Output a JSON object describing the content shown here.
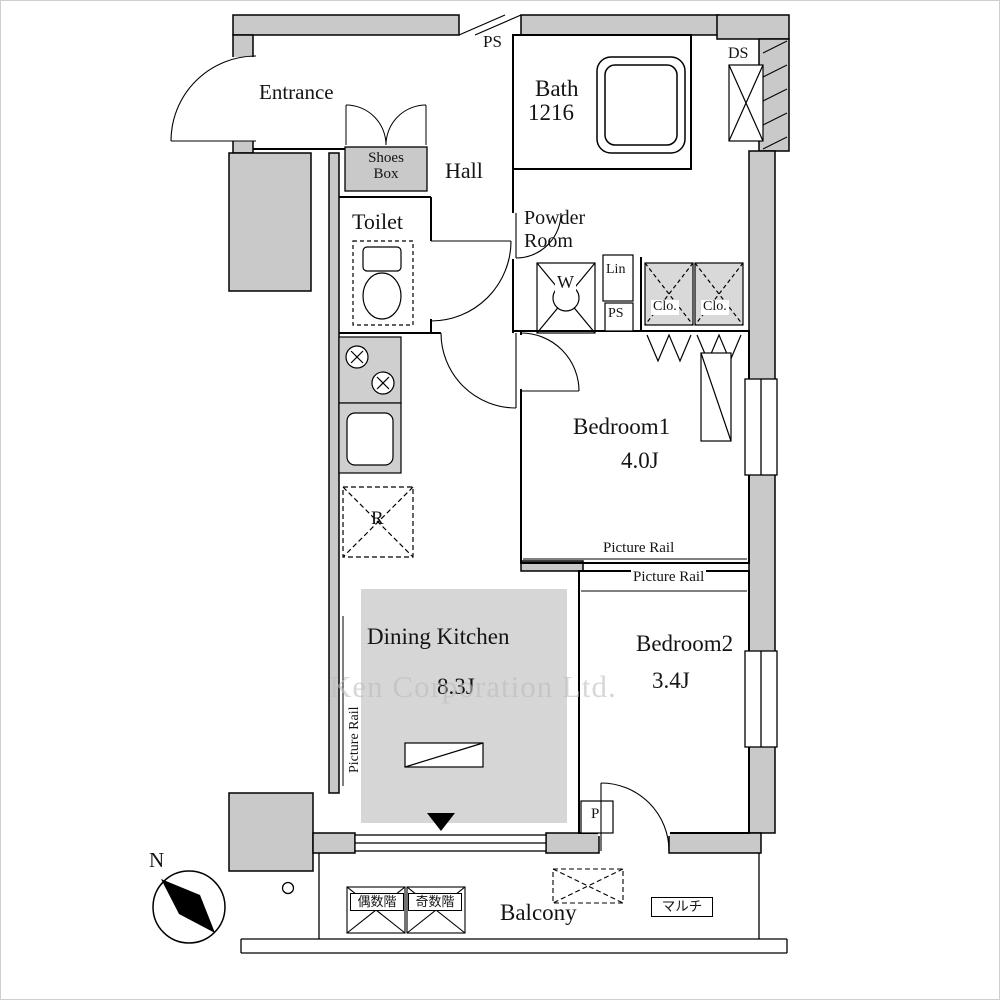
{
  "watermark": "Ken Corporation Ltd.",
  "compass": {
    "north": "N"
  },
  "labels": {
    "entrance": "Entrance",
    "ps_top": "PS",
    "bath": "Bath",
    "bath_size": "1216",
    "ds": "DS",
    "shoes_line1": "Shoes",
    "shoes_line2": "Box",
    "hall": "Hall",
    "toilet": "Toilet",
    "powder_line1": "Powder",
    "powder_line2": "Room",
    "washer": "W",
    "linen": "Lin",
    "ps_mid": "PS",
    "closet1": "Clo.",
    "closet2": "Clo.",
    "bedroom1": "Bedroom1",
    "bedroom1_size": "4.0J",
    "picture_rail_bedroom1": "Picture Rail",
    "picture_rail_bedroom2": "Picture Rail",
    "picture_rail_dk": "Picture Rail",
    "bedroom2": "Bedroom2",
    "bedroom2_size": "3.4J",
    "dining_kitchen": "Dining Kitchen",
    "dining_kitchen_size": "8.3J",
    "fridge": "R",
    "pipe": "P",
    "balcony": "Balcony",
    "even_floor": "偶数階",
    "odd_floor": "奇数階",
    "multi": "マルチ"
  }
}
